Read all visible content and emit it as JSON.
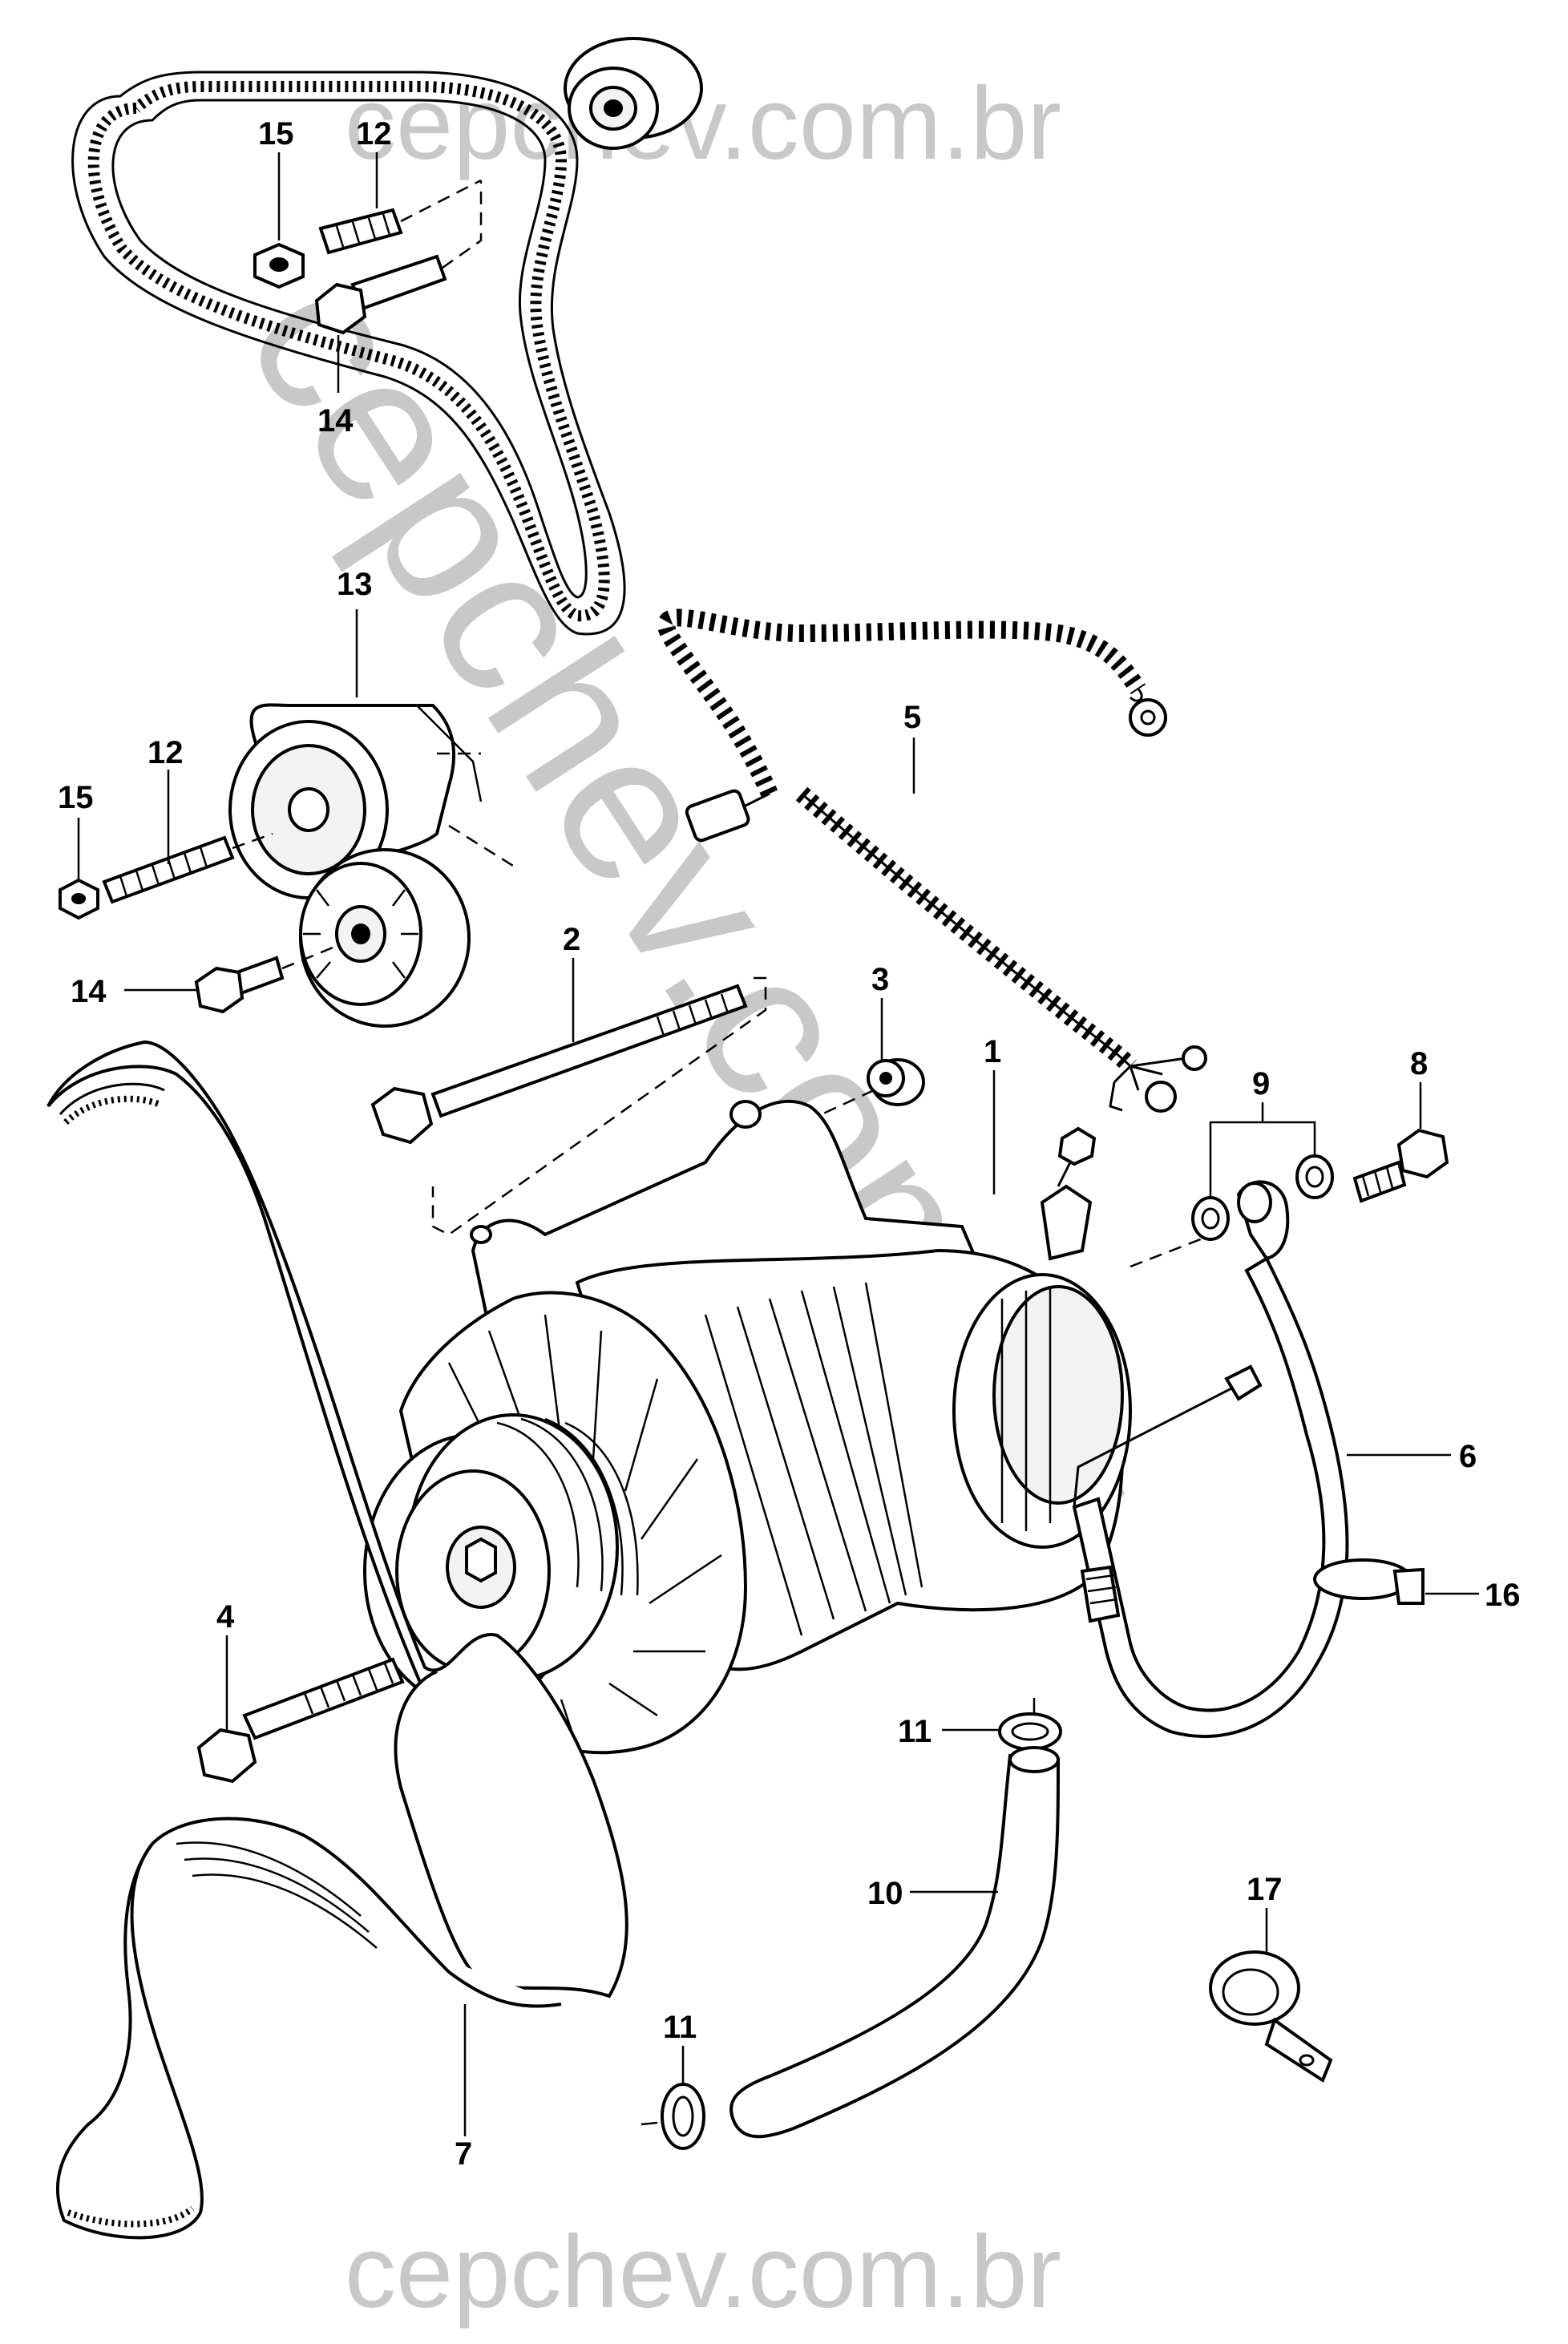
{
  "watermark": {
    "top": "cepchev.com.br",
    "diagonal": "cepchev.com.br",
    "bottom": "cepchev.com.br"
  },
  "callouts": {
    "c1": "1",
    "c2": "2",
    "c3": "3",
    "c4": "4",
    "c5": "5",
    "c6": "6",
    "c7": "7",
    "c8": "8",
    "c9": "9",
    "c10": "10",
    "c11a": "11",
    "c11b": "11",
    "c12a": "12",
    "c12b": "12",
    "c13": "13",
    "c14a": "14",
    "c14b": "14",
    "c15a": "15",
    "c15b": "15",
    "c16": "16",
    "c17": "17"
  }
}
